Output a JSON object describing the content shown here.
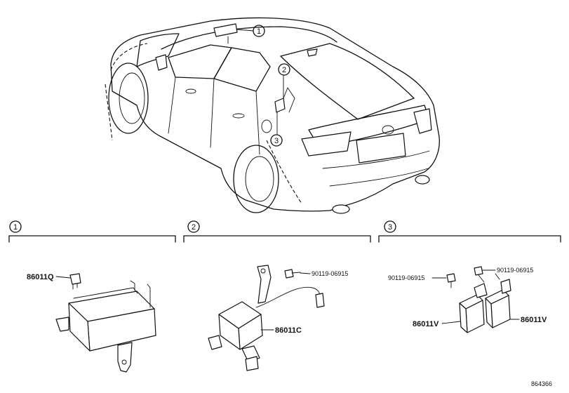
{
  "callouts": {
    "one": "1",
    "two": "2",
    "three": "3"
  },
  "sections": [
    {
      "number": "1"
    },
    {
      "number": "2"
    },
    {
      "number": "3"
    }
  ],
  "parts": {
    "part_86011Q": "86011Q",
    "part_86011C": "86011C",
    "part_86011V_left": "86011V",
    "part_86011V_right": "86011V",
    "bolt_section2": "90119-06915",
    "bolt_section3_left": "90119-06915",
    "bolt_section3_right": "90119-06915"
  },
  "diagram_code": "864366"
}
